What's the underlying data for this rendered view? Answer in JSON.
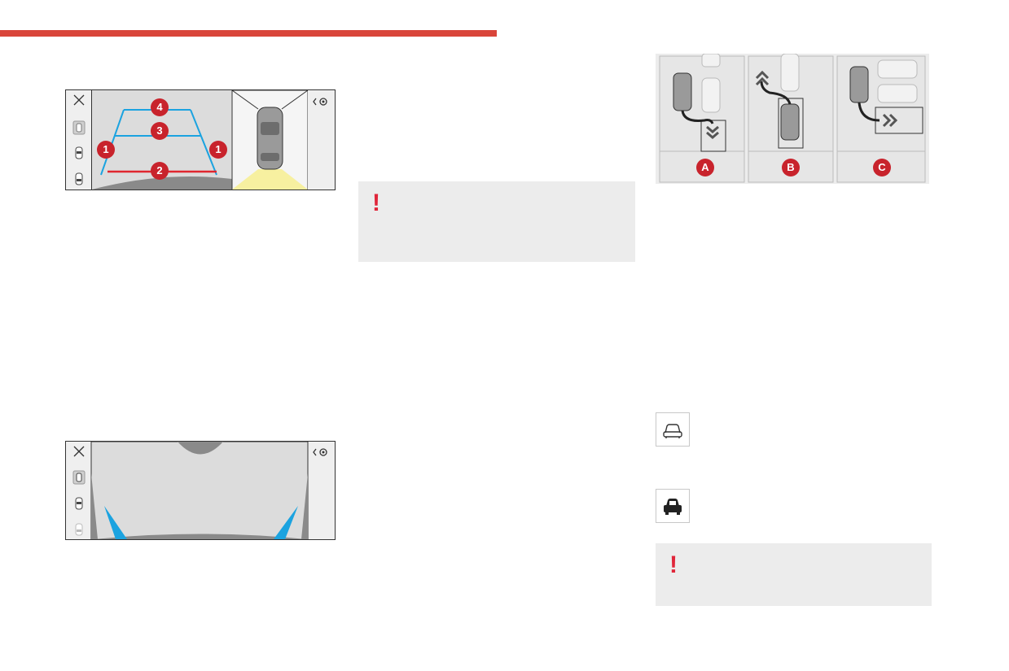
{
  "callouts": {
    "one": "1",
    "two": "2",
    "three": "3",
    "four": "4"
  },
  "maneuvers": {
    "a": "A",
    "b": "B",
    "c": "C"
  },
  "warnings": {
    "symbol": "!"
  },
  "icons": {
    "close": "close-icon",
    "settings": "gear-icon",
    "car_outline": "car-outline-icon",
    "car_filled": "car-filled-icon"
  },
  "colors": {
    "accent_red": "#d9453a",
    "guide_blue": "#1ba3e0",
    "guide_red": "#e0262f",
    "zone_yellow": "#f7f0a0",
    "panel_gray": "#ececec"
  }
}
